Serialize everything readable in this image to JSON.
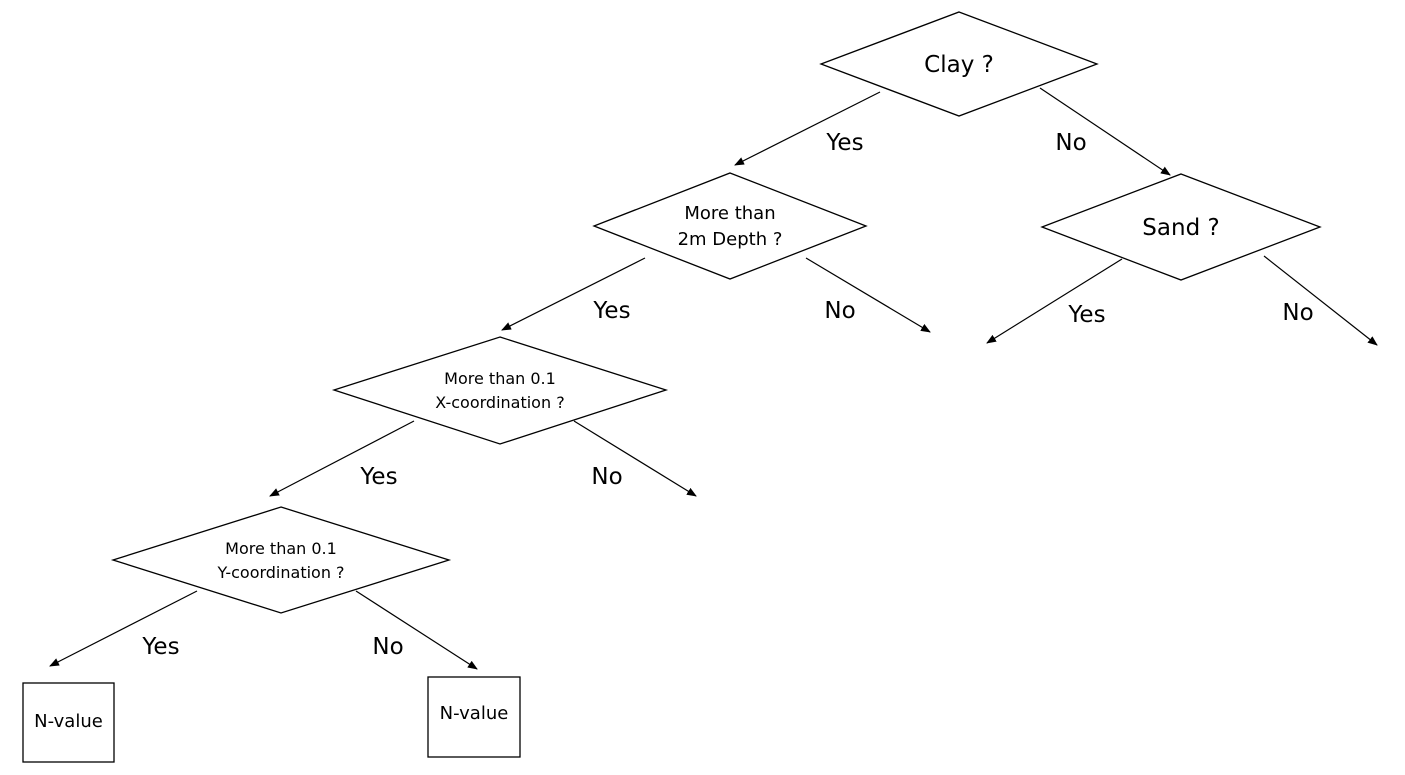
{
  "nodes": {
    "clay": {
      "lines": [
        "Clay ?"
      ]
    },
    "sand": {
      "lines": [
        "Sand ?"
      ]
    },
    "depth": {
      "lines": [
        "More than",
        "2m Depth ?"
      ]
    },
    "xcoord": {
      "lines": [
        "More than 0.1",
        "X-coordination ?"
      ]
    },
    "ycoord": {
      "lines": [
        "More than 0.1",
        "Y-coordination ?"
      ]
    },
    "nvalue_left": {
      "lines": [
        "N-value"
      ]
    },
    "nvalue_right": {
      "lines": [
        "N-value"
      ]
    }
  },
  "edges": {
    "clay_yes": "Yes",
    "clay_no": "No",
    "sand_yes": "Yes",
    "sand_no": "No",
    "depth_yes": "Yes",
    "depth_no": "No",
    "xcoord_yes": "Yes",
    "xcoord_no": "No",
    "ycoord_yes": "Yes",
    "ycoord_no": "No"
  }
}
